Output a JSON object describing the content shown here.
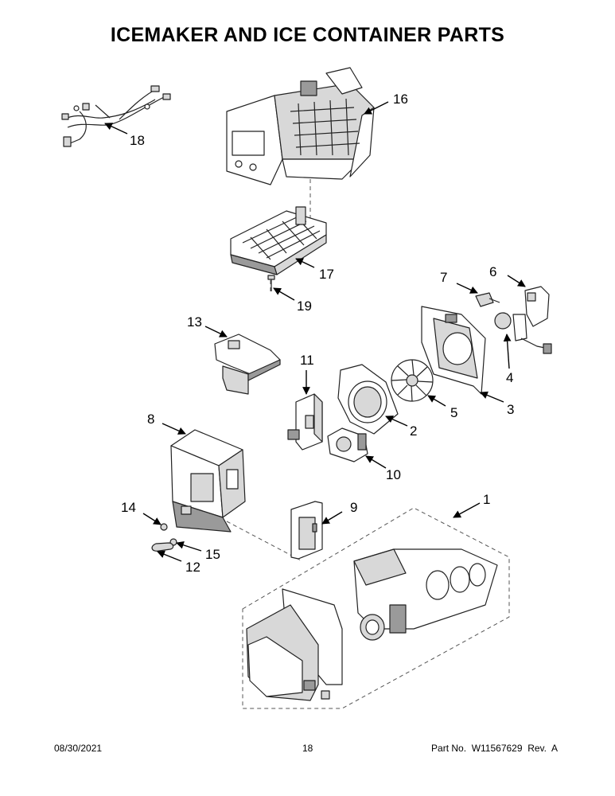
{
  "title": "ICEMAKER AND ICE CONTAINER PARTS",
  "footer": {
    "date": "08/30/2021",
    "page": "18",
    "part_number": "Part No.  W11567629  Rev.  A"
  },
  "callouts": {
    "c1": "1",
    "c2": "2",
    "c3": "3",
    "c4": "4",
    "c5": "5",
    "c6": "6",
    "c7": "7",
    "c8": "8",
    "c9": "9",
    "c10": "10",
    "c11": "11",
    "c12": "12",
    "c13": "13",
    "c14": "14",
    "c15": "15",
    "c16": "16",
    "c17": "17",
    "c18": "18",
    "c19": "19"
  }
}
